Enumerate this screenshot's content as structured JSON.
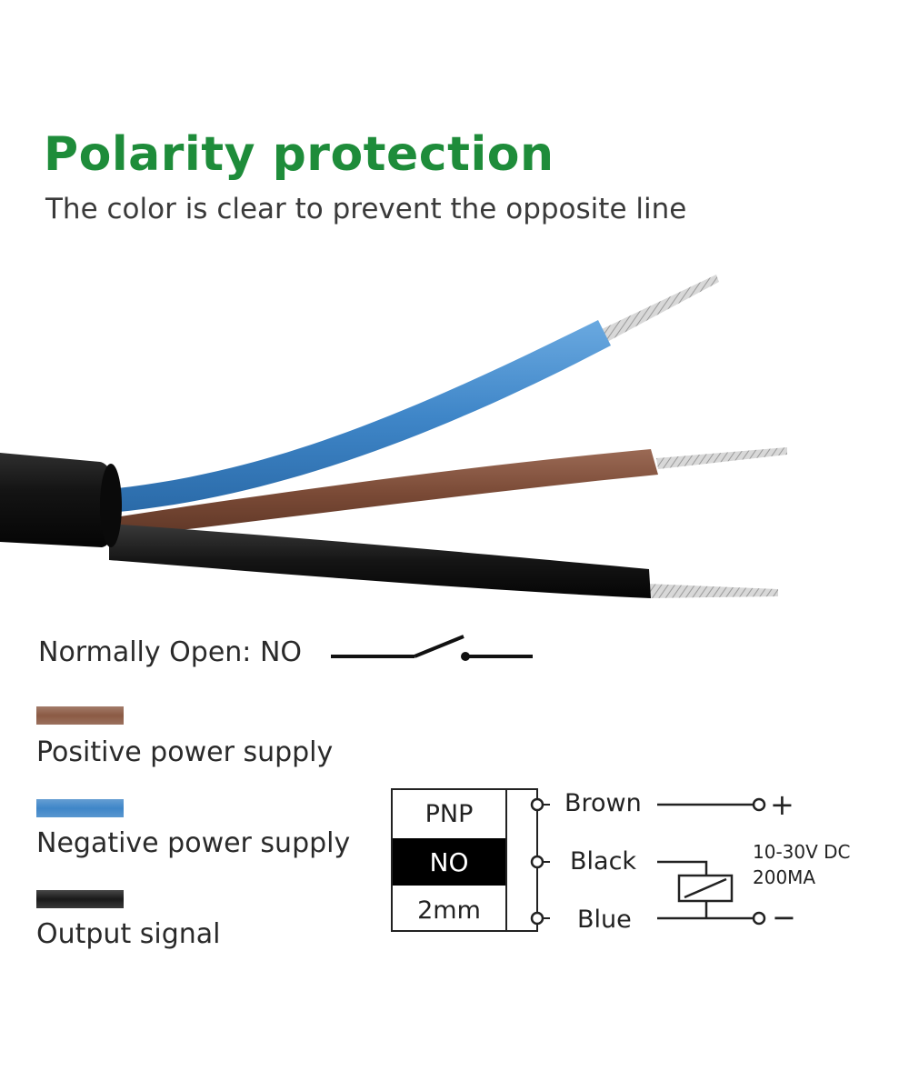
{
  "header": {
    "title": "Polarity protection",
    "subtitle": "The color is clear to prevent the opposite line"
  },
  "switch_type": {
    "label": "Normally Open: NO"
  },
  "legend": [
    {
      "color": "#8b5a44",
      "label": "Positive power supply"
    },
    {
      "color": "#3f86c8",
      "label": "Negative power supply"
    },
    {
      "color": "#1a1a1a",
      "label": "Output signal"
    }
  ],
  "wiring": {
    "table": [
      "PNP",
      "NO",
      "2mm"
    ],
    "wires": [
      "Brown",
      "Black",
      "Blue"
    ],
    "plus_symbol": "+",
    "minus_symbol": "−",
    "voltage": "10-30V DC",
    "current": "200MA"
  },
  "cable_colors": {
    "sheath": "#111111",
    "blue": "#3f86c8",
    "brown": "#7a4a36",
    "black": "#141414",
    "copper": "#cfcfcf"
  }
}
